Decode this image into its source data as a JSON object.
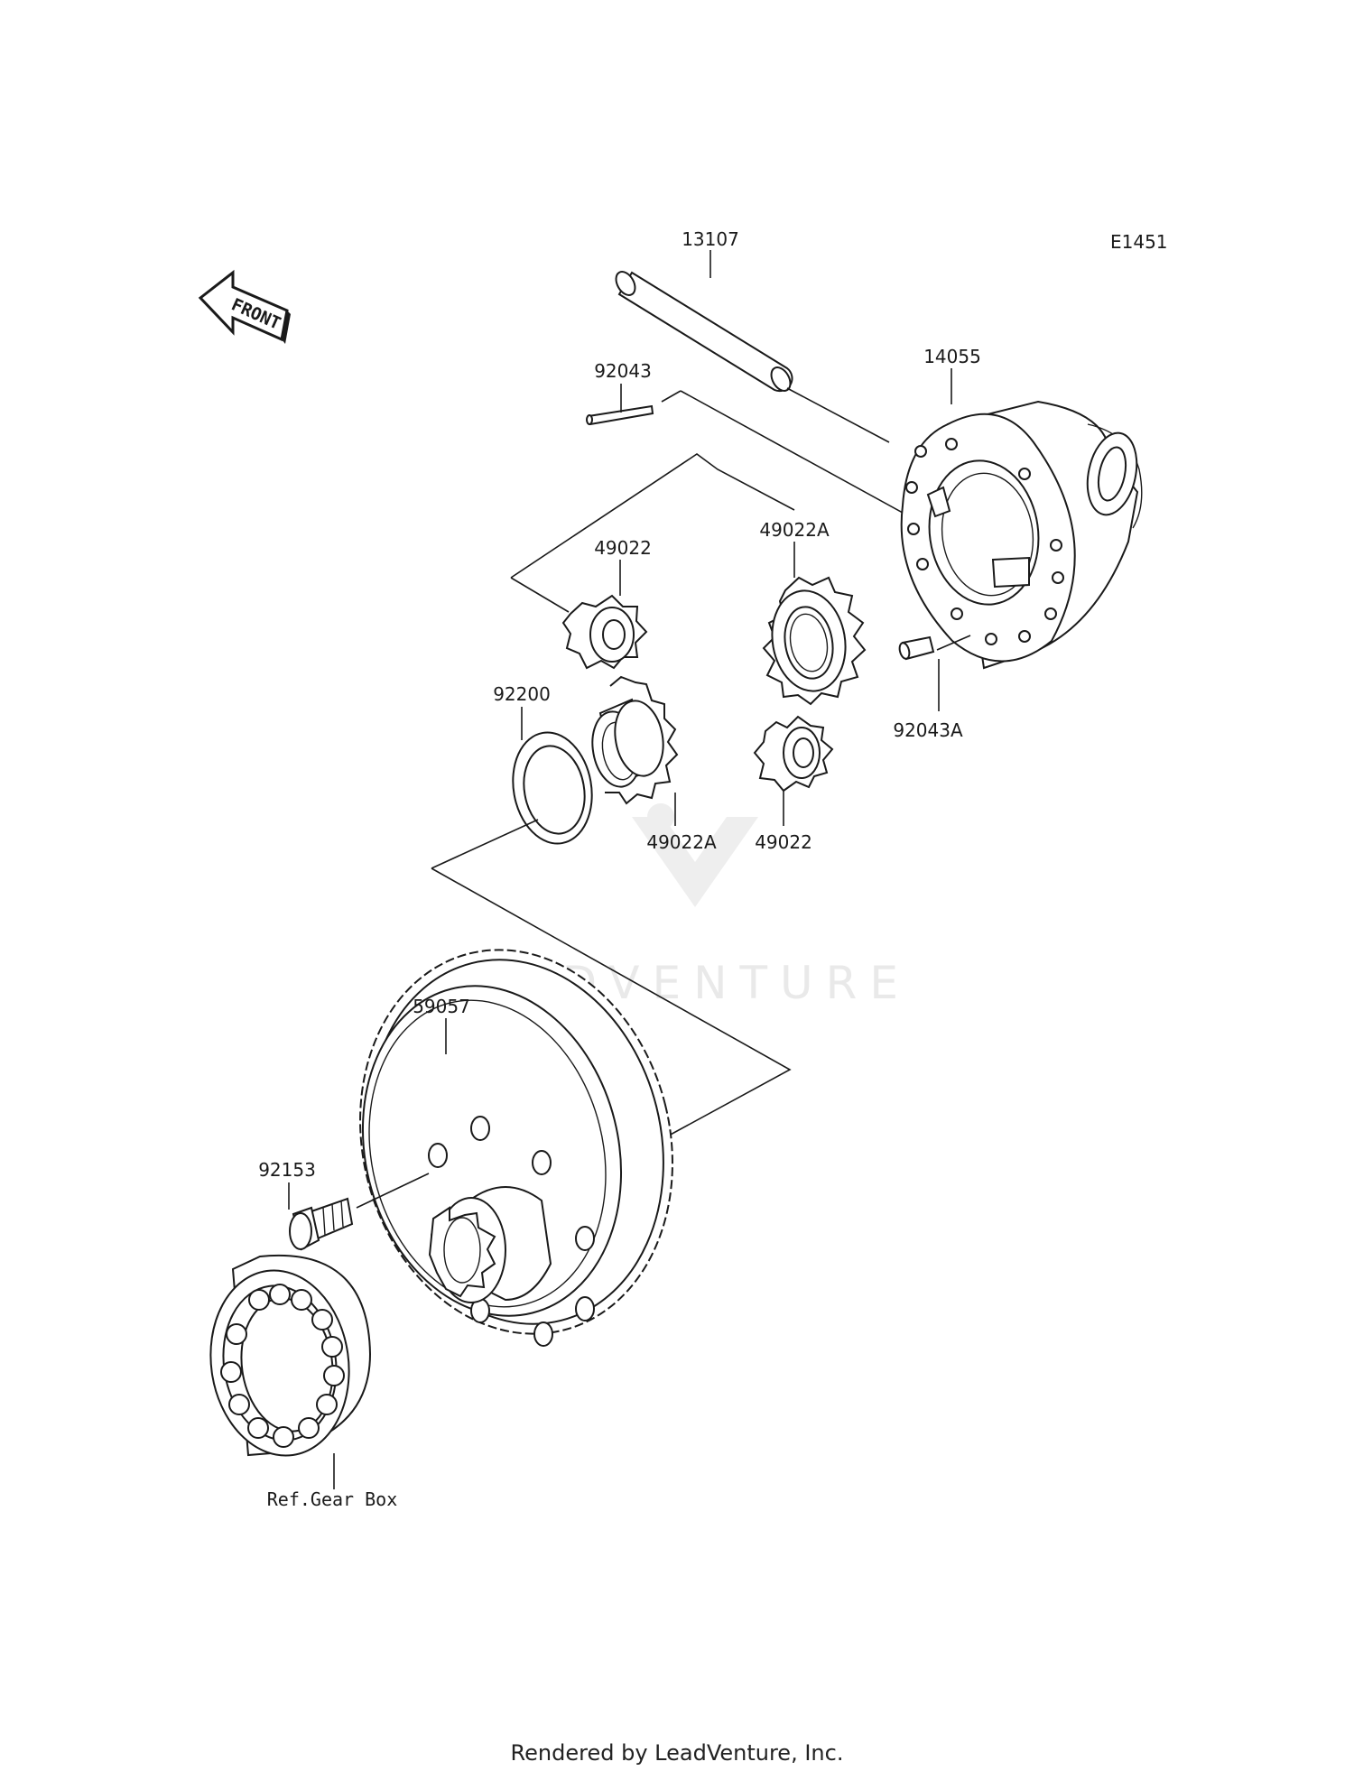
{
  "diagram": {
    "code": "E1451",
    "front_label": "FRONT",
    "watermark": "LEADVENTURE",
    "parts": {
      "shaft": "13107",
      "housing": "14055",
      "pin": "92043",
      "pin_a": "92043A",
      "pinion_upper": "49022",
      "pinion_lower": "49022",
      "side_gear_upper": "49022A",
      "side_gear_lower": "49022A",
      "washer": "92200",
      "ring_gear": "59057",
      "bolt": "92153",
      "bearing_ref": "Ref.Gear Box"
    }
  },
  "footer": "Rendered by LeadVenture, Inc."
}
